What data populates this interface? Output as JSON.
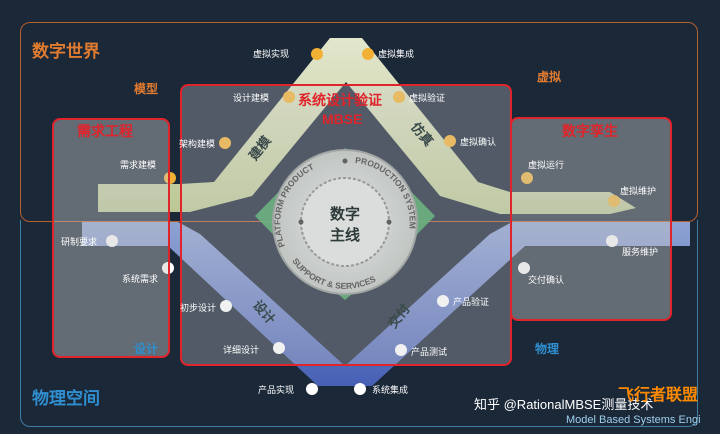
{
  "regions": {
    "digital_world": "数字世界",
    "physical_space": "物理空间"
  },
  "categories": {
    "model": "模型",
    "virtual": "虚拟",
    "design": "设计",
    "physical": "物理"
  },
  "boxes": {
    "requirements": "需求工程",
    "system_verification": "系统设计验证",
    "mbse": "MBSE",
    "digital_twin": "数字孪生"
  },
  "phases": {
    "build_model": "建模",
    "simulation": "仿真",
    "design": "设计",
    "delivery": "交付"
  },
  "hub": {
    "line1": "数字",
    "line2": "主线",
    "ring_top_left": "PLATFORM PRODUCT",
    "ring_top_right": "PRODUCTION SYSTEM",
    "ring_bottom": "SUPPORT & SERVICES"
  },
  "nodes": {
    "virtual_realize": "虚拟实现",
    "virtual_integrate": "虚拟集成",
    "design_model": "设计建模",
    "virtual_verify": "虚拟验证",
    "arch_model": "架构建模",
    "virtual_confirm": "虚拟确认",
    "req_model": "需求建模",
    "virtual_run": "虚拟运行",
    "virtual_maintain": "虚拟维护",
    "rd_req": "研制要求",
    "service_maintain": "服务维护",
    "sys_req": "系统需求",
    "delivery_confirm": "交付确认",
    "prelim_design": "初步设计",
    "product_verify": "产品验证",
    "detail_design": "详细设计",
    "product_test": "产品测试",
    "product_realize": "产品实现",
    "sys_integrate": "系统集成"
  },
  "watermark": {
    "zhihu": "知乎 @RationalMBSE测量技术",
    "league": "飞行者联盟",
    "mbse_full": "Model Based Systems Engi"
  },
  "colors": {
    "background": "#1b2838",
    "digital_accent": "#e07b2f",
    "physical_accent": "#2f8fd0",
    "highlight_red": "#e0242b",
    "upper_band": "#eaf0c6",
    "lower_band": "#7f97d6",
    "node_orange": "#f2b134",
    "node_white": "#ffffff"
  }
}
